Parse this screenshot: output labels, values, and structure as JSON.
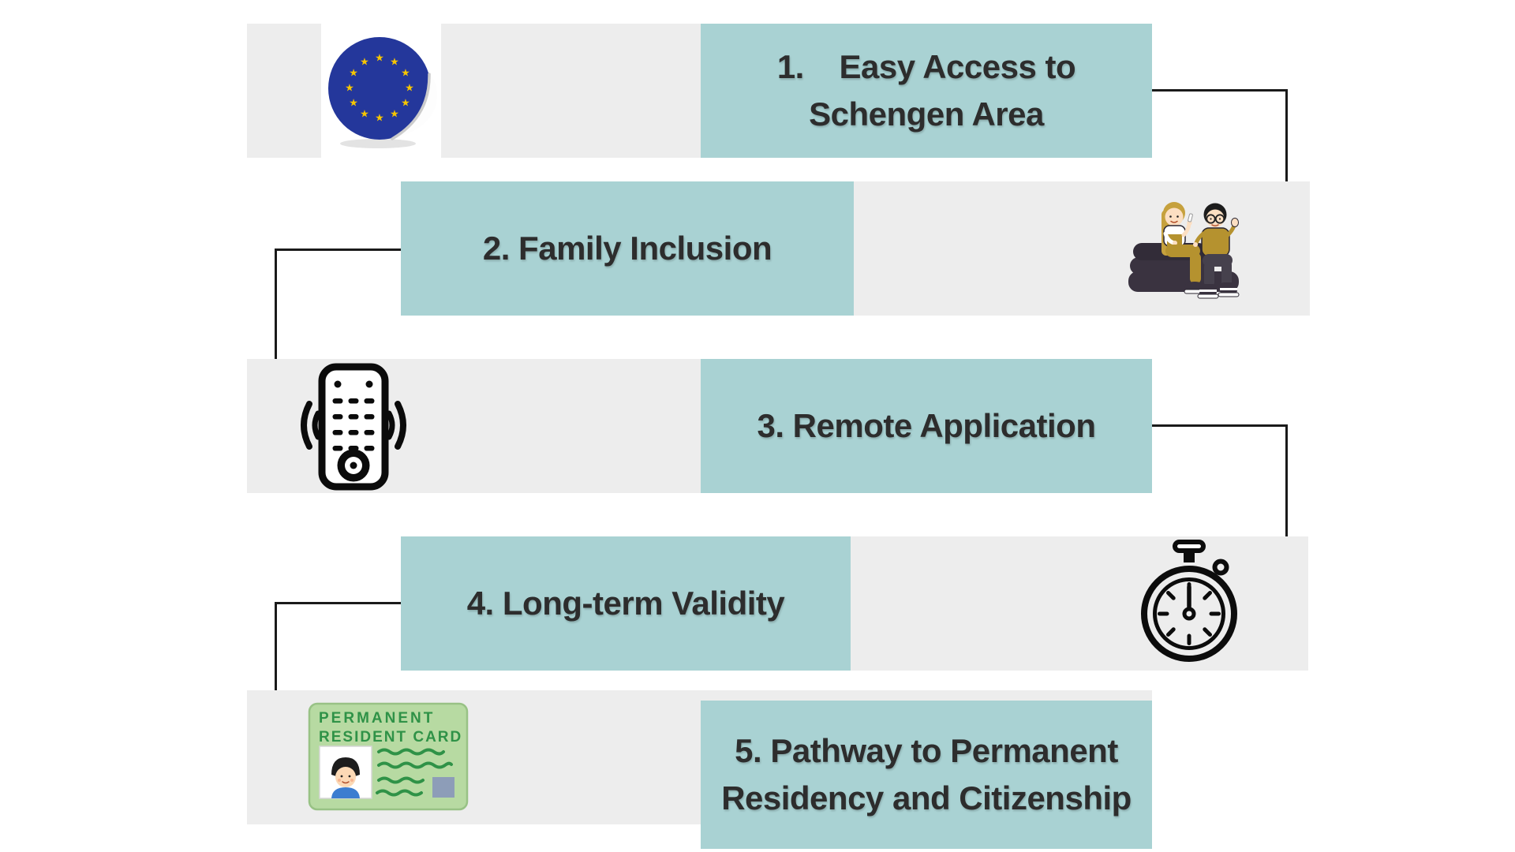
{
  "infographic": {
    "items": [
      {
        "lines": [
          "1.    Easy Access to",
          "Schengen Area"
        ],
        "icon": "eu-flag-sticker"
      },
      {
        "lines": [
          "2. Family Inclusion"
        ],
        "icon": "children-talking"
      },
      {
        "lines": [
          "3. Remote Application"
        ],
        "icon": "remote-control"
      },
      {
        "lines": [
          "4. Long-term Validity"
        ],
        "icon": "stopwatch"
      },
      {
        "lines": [
          "5. Pathway to Permanent",
          "Residency and Citizenship"
        ],
        "icon": "permanent-resident-card"
      }
    ],
    "card_text": {
      "line1": "PERMANENT",
      "line2": "RESIDENT CARD"
    },
    "palette": {
      "teal_box": "#a9d2d3",
      "gray_band": "#ededed",
      "text": "#2d2d2d",
      "connector_line": "#1a1a1a",
      "eu_blue": "#24379b",
      "star_gold": "#f6c500",
      "card_green": "#b7daa2",
      "card_text_green": "#2f9247",
      "clothes_mustard": "#b5922f",
      "bench_dark": "#3a3340"
    }
  }
}
